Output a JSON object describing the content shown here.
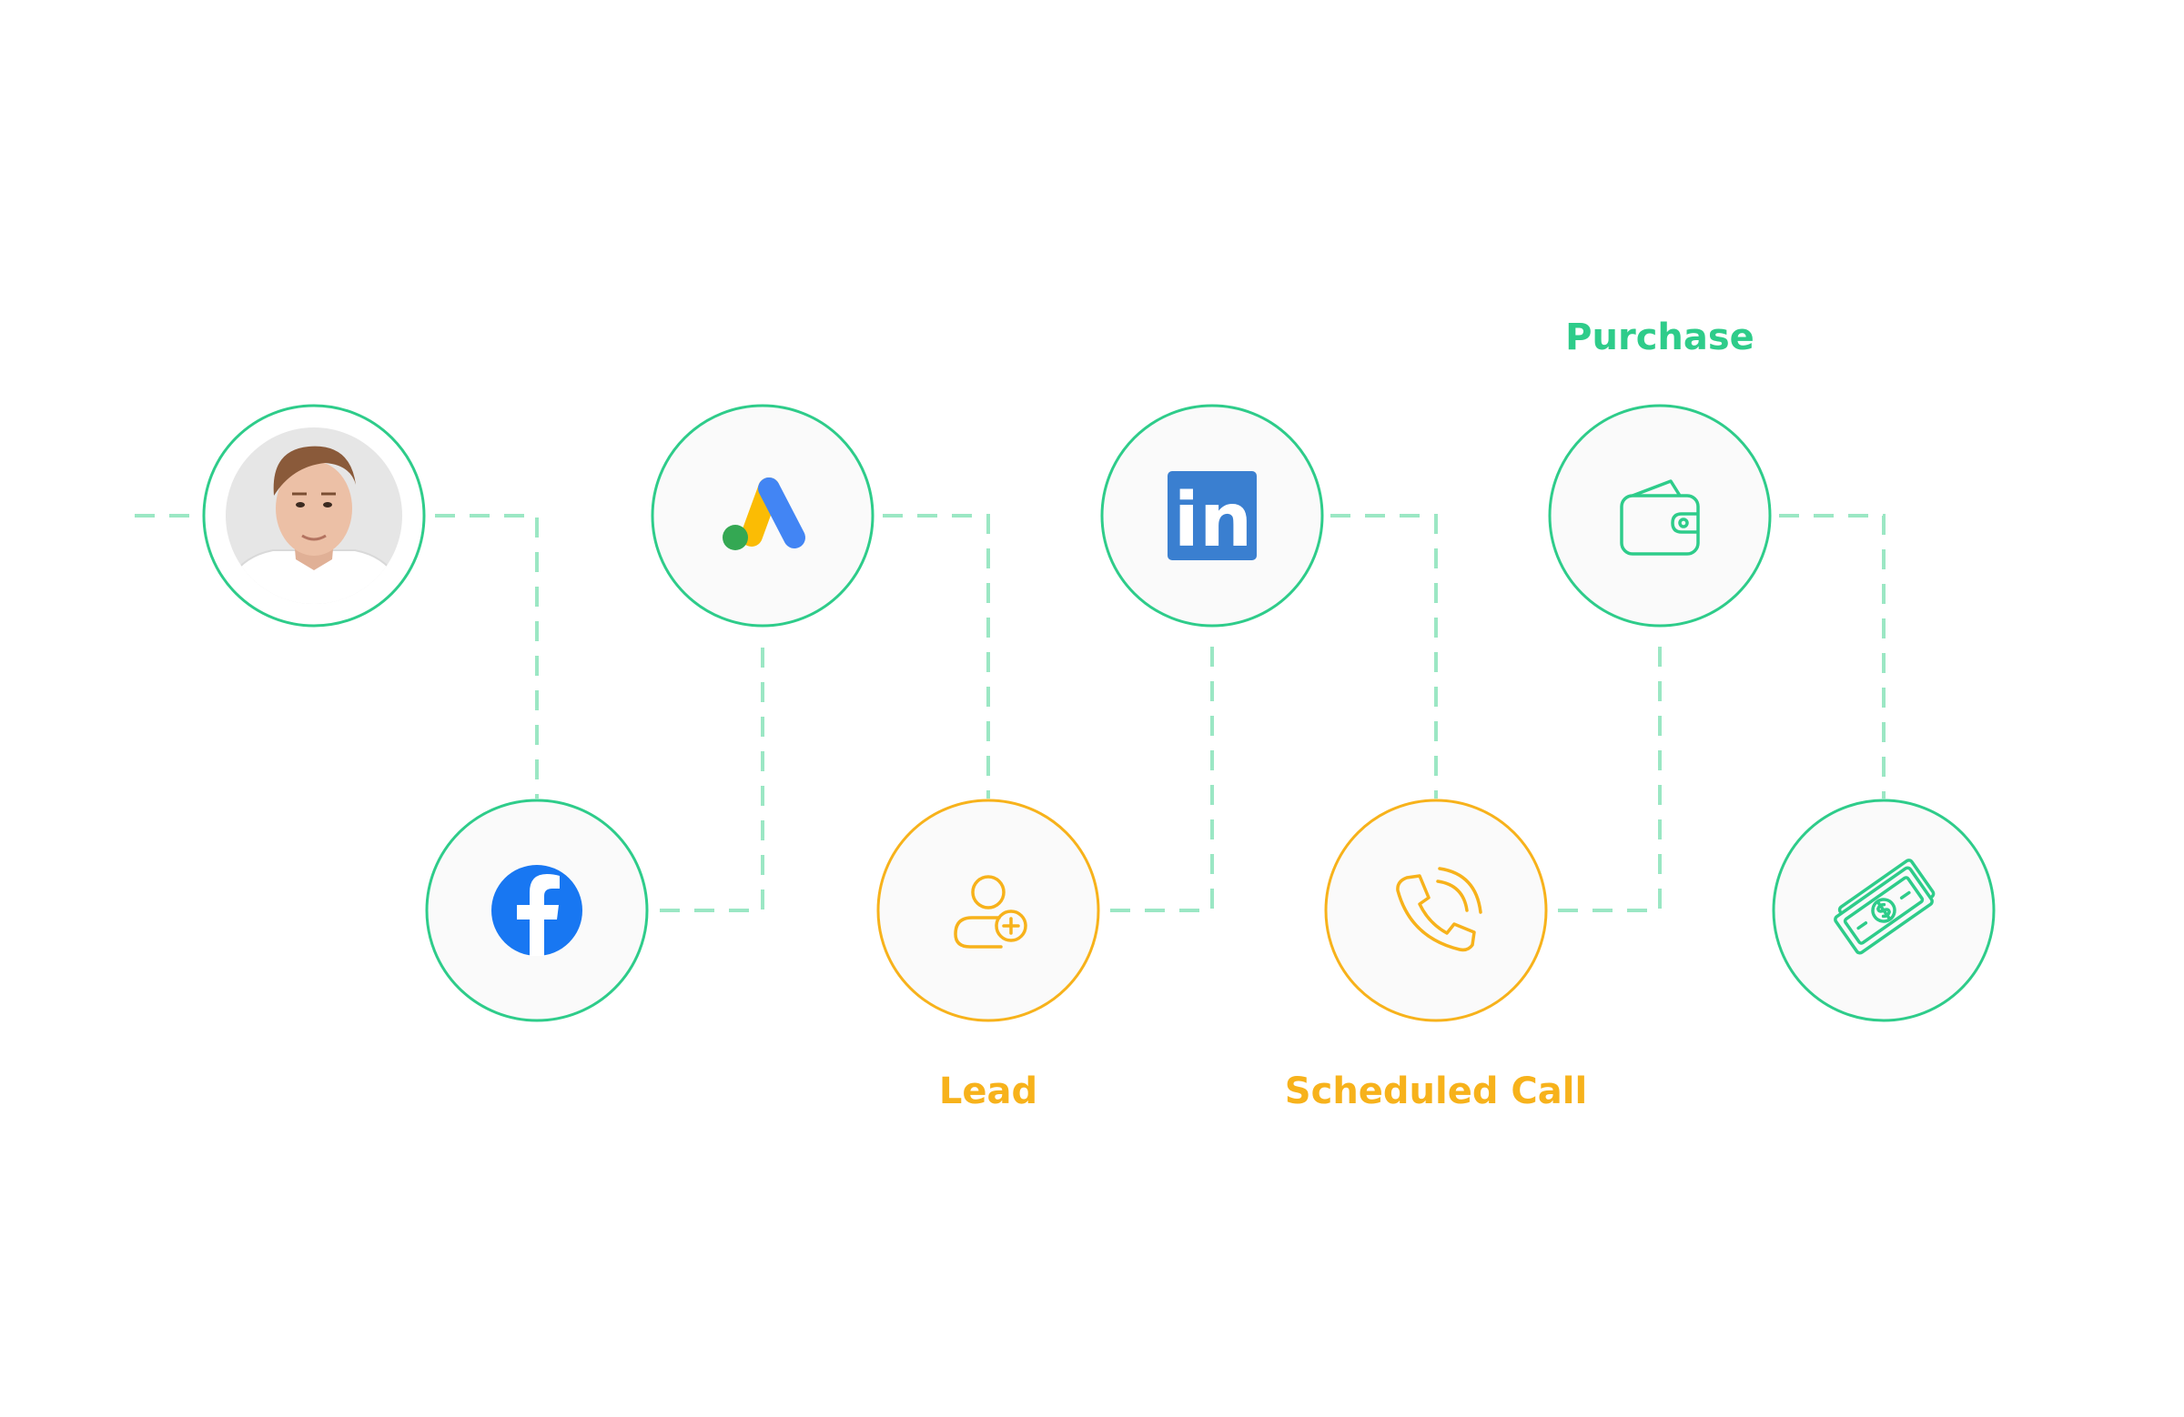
{
  "colors": {
    "green": "#2ecc8a",
    "orange": "#f7b21b",
    "node_fill": "#fafafa",
    "facebook_blue": "#1877f2",
    "linkedin_blue": "#3a7fd0",
    "ads_blue": "#4285f4",
    "ads_yellow": "#fbbc04",
    "ads_green": "#34a853"
  },
  "nodes": [
    {
      "id": "person",
      "icon": "person-photo-icon",
      "accent": "green"
    },
    {
      "id": "facebook",
      "icon": "facebook-icon",
      "accent": "green"
    },
    {
      "id": "google-ads",
      "icon": "google-ads-icon",
      "accent": "green"
    },
    {
      "id": "lead",
      "icon": "user-plus-icon",
      "accent": "orange",
      "label": "Lead"
    },
    {
      "id": "linkedin",
      "icon": "linkedin-icon",
      "accent": "green",
      "logo_text": "in"
    },
    {
      "id": "scheduled-call",
      "icon": "phone-call-icon",
      "accent": "orange",
      "label": "Scheduled Call"
    },
    {
      "id": "purchase",
      "icon": "wallet-icon",
      "accent": "green",
      "label": "Purchase"
    },
    {
      "id": "payment",
      "icon": "money-bills-icon",
      "accent": "green"
    }
  ]
}
